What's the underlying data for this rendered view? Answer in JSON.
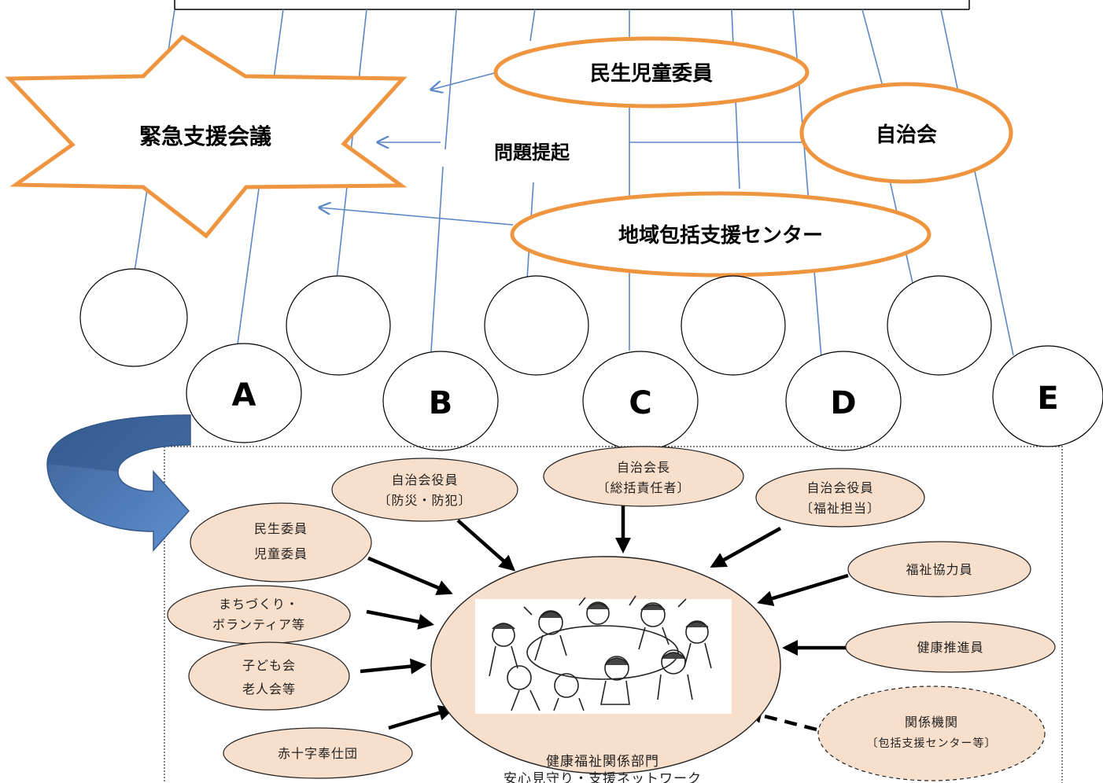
{
  "top": {
    "emergency_meeting": "緊急支援会議",
    "problem_raising": "問題提起",
    "welfare_commissioner": "民生児童委員",
    "neighborhood_association": "自治会",
    "community_support_center": "地域包括支援センター",
    "households": [
      "A",
      "B",
      "C",
      "D",
      "E"
    ]
  },
  "network": {
    "nodes": {
      "assoc_officer_safety": [
        "自治会役員",
        "〔防災・防犯〕"
      ],
      "assoc_chair": [
        "自治会長",
        "〔総括責任者〕"
      ],
      "assoc_officer_welfare": [
        "自治会役員",
        "〔福祉担当〕"
      ],
      "welfare_volunteer": [
        "民生委員",
        "児童委員"
      ],
      "welfare_cooperator": [
        "福祉協力員"
      ],
      "town_planning": [
        "まちづくり・",
        "ボランティア等"
      ],
      "health_promoter": [
        "健康推進員"
      ],
      "children_elders": [
        "子ども会",
        "老人会等"
      ],
      "related_agencies": [
        "関係機関",
        "〔包括支援センター等〕"
      ],
      "red_cross": [
        "赤十字奉仕団"
      ]
    },
    "caption": [
      "健康福祉関係部門",
      "安心見守り・支援ネットワーク"
    ]
  },
  "colors": {
    "orange": "#f0953f",
    "blue_line": "#5b87c7",
    "peach": "#f8dfcb",
    "arrow_blue": "#4f81bd"
  }
}
